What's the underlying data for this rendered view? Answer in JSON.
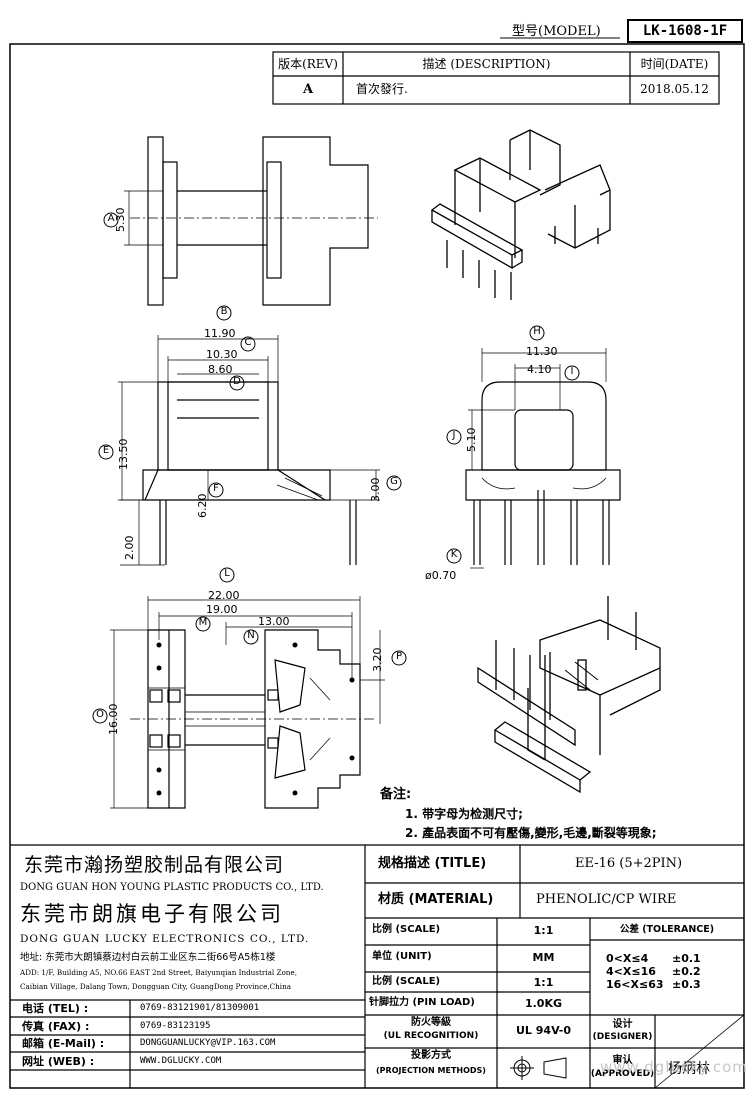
{
  "header": {
    "model_label": "型号(MODEL)",
    "model_value": "LK-1608-1F"
  },
  "revision_table": {
    "headers": [
      "版本(REV)",
      "描述 (DESCRIPTION)",
      "时间(DATE)"
    ],
    "row": [
      "A",
      "首次發行.",
      "2018.05.12"
    ]
  },
  "dimensions": {
    "A": "5.30",
    "B": "11.90",
    "C": "10.30",
    "D": "8.60",
    "E": "13.50",
    "F": "6.20",
    "G": "3.00",
    "H": "11.30",
    "I": "4.10",
    "J": "5.10",
    "K": "ø0.70",
    "L": "22.00",
    "M": "19.00",
    "N": "13.00",
    "O": "16.00",
    "P": "3.20",
    "pin": "2.00"
  },
  "markers": [
    "A",
    "B",
    "C",
    "D",
    "E",
    "F",
    "G",
    "H",
    "I",
    "J",
    "K",
    "L",
    "M",
    "N",
    "O",
    "P"
  ],
  "notes": {
    "title": "备注:",
    "items": [
      "1. 带字母为检测尺寸;",
      "2. 產品表面不可有壓傷,變形,毛邊,斷裂等現象;"
    ]
  },
  "company": {
    "name1_cn": "东莞市瀚扬塑胶制品有限公司",
    "name1_en": "DONG GUAN HON YOUNG PLASTIC PRODUCTS CO., LTD.",
    "name2_cn": "东莞市朗旗电子有限公司",
    "name2_en": "DONG GUAN LUCKY ELECTRONICS CO., LTD.",
    "address_cn": "地址: 东莞市大朗镇蔡边村白云前工业区东二街66号A5栋1楼",
    "address_en1": "ADD: 1/F, Building A5, NO.66 EAST 2nd Street, Baiyunqian Industrial Zone,",
    "address_en2": "Caibian Village, Dalang Town, Dongguan City, GuangDong Province,China"
  },
  "contacts": [
    {
      "label": "电话 (TEL) :",
      "value": "0769-83121901/81309001"
    },
    {
      "label": "传真 (FAX) :",
      "value": "0769-83123195"
    },
    {
      "label": "邮箱 (E-Mail) :",
      "value": "DONGGUANLUCKY@VIP.163.COM"
    },
    {
      "label": "网址 (WEB) :",
      "value": "WWW.DGLUCKY.COM"
    }
  ],
  "spec": {
    "title_label": "规格描述 (TITLE)",
    "title_value": "EE-16 (5+2PIN)",
    "material_label": "材质 (MATERIAL)",
    "material_value": "PHENOLIC/CP WIRE",
    "rows": [
      {
        "label": "比例 (SCALE)",
        "value": "1:1"
      },
      {
        "label": "单位 (UNIT)",
        "value": "MM"
      },
      {
        "label": "比例 (SCALE)",
        "value": "1:1"
      },
      {
        "label": "针脚拉力 (PIN LOAD)",
        "value": "1.0KG"
      },
      {
        "label_cn": "防火等級",
        "label_en": "(UL RECOGNITION)",
        "value": "UL 94V-0"
      },
      {
        "label_cn": "投影方式",
        "label_en": "(PROJECTION METHODS)",
        "value": ""
      }
    ],
    "tolerance_label": "公差 (TOLERANCE)",
    "tolerance": [
      {
        "range": "0<X≤4",
        "tol": "±0.1"
      },
      {
        "range": "4<X≤16",
        "tol": "±0.2"
      },
      {
        "range": "16<X≤63",
        "tol": "±0.3"
      }
    ],
    "designer_label_cn": "设计",
    "designer_label_en": "(DESIGNER)",
    "approved_label_cn": "审认",
    "approved_label_en": "(APPROVED)",
    "approver": "杨炳林"
  },
  "watermark": "www.dglucky.com"
}
